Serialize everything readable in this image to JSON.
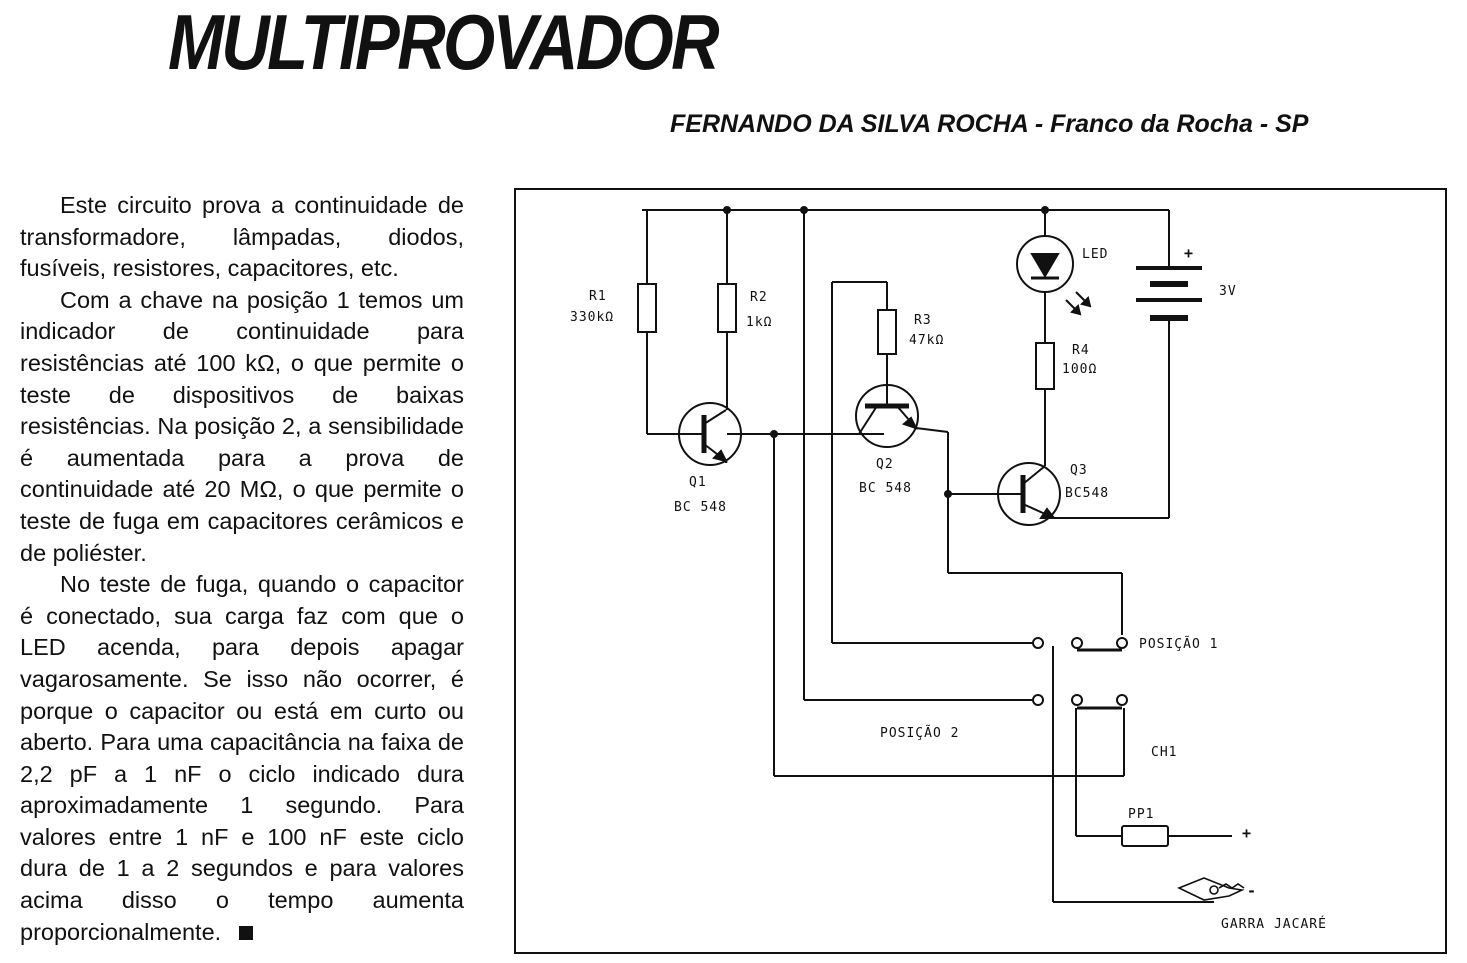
{
  "article": {
    "title": "MULTIPROVADOR",
    "author": "FERNANDO DA SILVA ROCHA - Franco da Rocha - SP",
    "paragraphs": [
      "Este circuito prova a continuidade de transformadore, lâmpadas, diodos, fusíveis, resistores, capacitores, etc.",
      "Com a chave na posição 1 temos um indicador de continuidade para resistências até 100 kΩ, o que permite o teste de dispositivos de baixas resistências. Na posição 2, a sensibilidade é aumentada para a prova de continuidade até 20 MΩ, o que permite o teste de fuga em capacitores cerâmicos e de poliéster.",
      "No teste de fuga, quando o capacitor é conectado, sua carga faz com que o LED acenda, para depois apagar vagarosamente. Se isso não ocorrer, é porque o capacitor ou está em curto ou aberto. Para uma capacitância na faixa de 2,2 pF a 1 nF o ciclo indicado dura aproximadamente 1 segundo. Para valores entre 1 nF e 100 nF este ciclo dura de 1 a 2 segundos e para valores acima disso o tempo aumenta proporcionalmente."
    ]
  },
  "schematic": {
    "r1_name": "R1",
    "r1_value": "330kΩ",
    "r2_name": "R2",
    "r2_value": "1kΩ",
    "r3_name": "R3",
    "r3_value": "47kΩ",
    "r4_name": "R4",
    "r4_value": "100Ω",
    "led": "LED",
    "battery_plus": "+",
    "battery_voltage": "3V",
    "q1_name": "Q1",
    "q1_type": "BC 548",
    "q2_name": "Q2",
    "q2_type": "BC 548",
    "q3_name": "Q3",
    "q3_type": "BC548",
    "pos1": "POSIÇÃO 1",
    "pos2": "POSIÇÃO 2",
    "switch": "CH1",
    "probe": "PP1",
    "probe_plus": "+",
    "clip_minus": "-",
    "clip": "GARRA JACARÉ"
  }
}
